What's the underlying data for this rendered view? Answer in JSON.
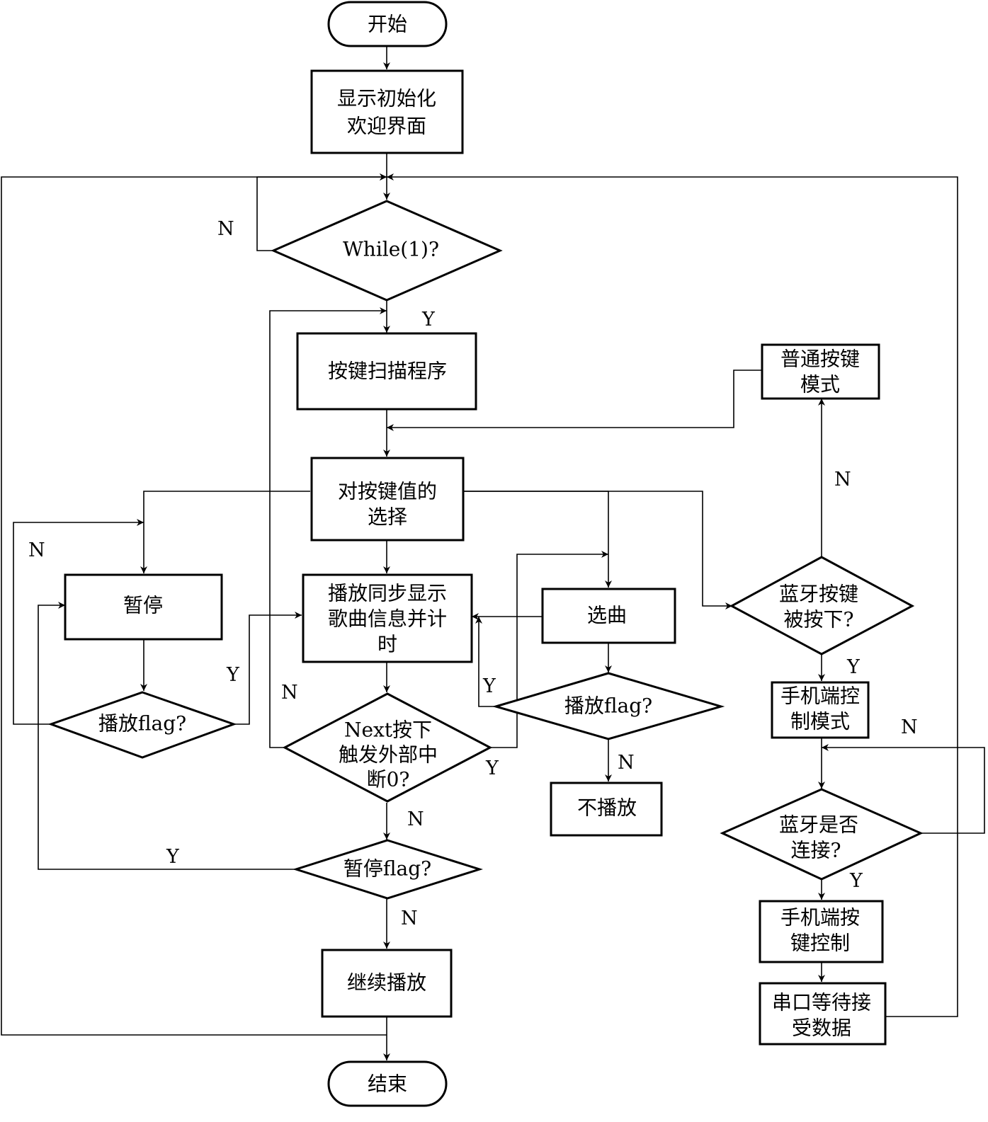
{
  "nodes": {
    "start": "开始",
    "init": [
      "显示初始化",
      "欢迎界面"
    ],
    "while": "While(1)?",
    "scan": "按键扫描程序",
    "select_key": [
      "对按键值的",
      "选择"
    ],
    "pause": "暂停",
    "play_flag_left": "播放flag?",
    "play_sync": [
      "播放同步显示",
      "歌曲信息并计",
      "时"
    ],
    "next_int": [
      "Next按下",
      "触发外部中",
      "断0?"
    ],
    "pause_flag": "暂停flag?",
    "continue_play": "继续播放",
    "end": "结束",
    "choose_song": "选曲",
    "play_flag_mid": "播放flag?",
    "no_play": "不播放",
    "normal_mode": [
      "普通按键",
      "模式"
    ],
    "bt_pressed": [
      "蓝牙按键",
      "被按下?"
    ],
    "phone_mode": [
      "手机端控",
      "制模式"
    ],
    "bt_connected": [
      "蓝牙是否",
      "连接?"
    ],
    "phone_key": [
      "手机端按",
      "键控制"
    ],
    "serial_wait": [
      "串口等待接",
      "受数据"
    ]
  },
  "edge_labels": {
    "while_n": "N",
    "while_y": "Y",
    "pause_loop_n": "N",
    "play_flag_left_y": "Y",
    "next_n_left": "N",
    "next_y": "Y",
    "next_n_down": "N",
    "pause_flag_y": "Y",
    "pause_flag_n": "N",
    "play_flag_mid_y": "Y",
    "play_flag_mid_n": "N",
    "bt_pressed_n": "N",
    "bt_pressed_y": "Y",
    "bt_connected_n": "N",
    "bt_connected_y": "Y"
  }
}
